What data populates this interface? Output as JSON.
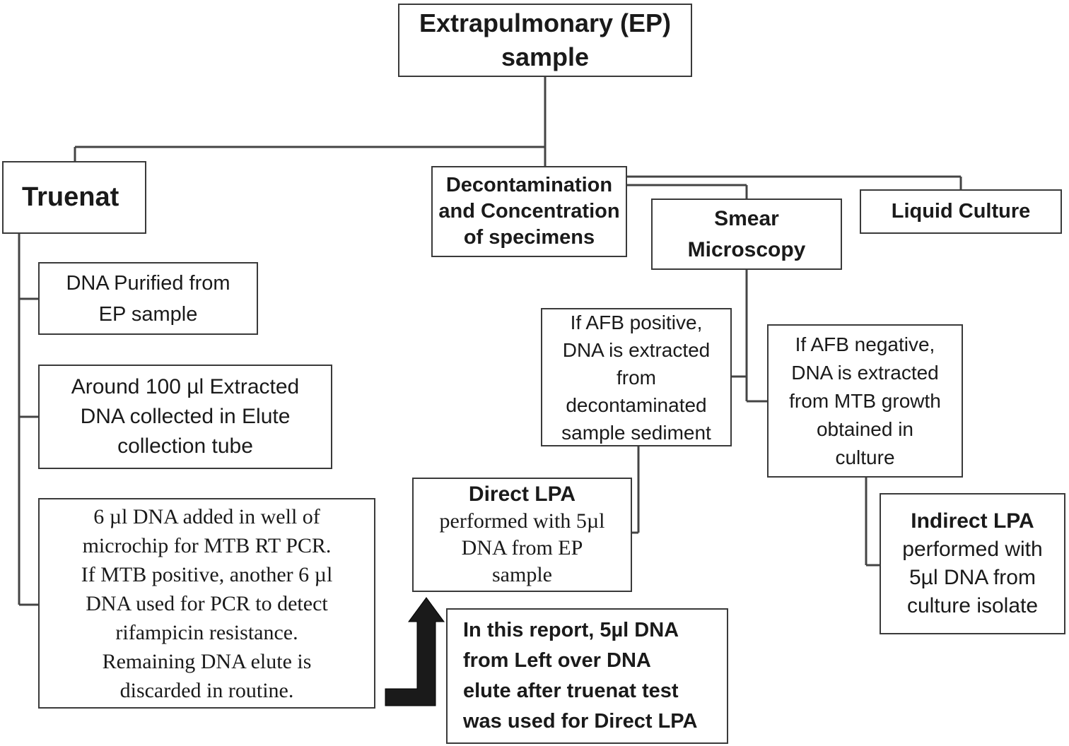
{
  "root": {
    "text": "Extrapulmonary (EP)\nsample"
  },
  "truenat": {
    "text": "Truenat"
  },
  "decontamination": {
    "text": "Decontamination\nand Concentration\nof specimens"
  },
  "smear": {
    "text": "Smear\nMicroscopy"
  },
  "liquid_culture": {
    "text": "Liquid Culture"
  },
  "dna_purified": {
    "text": "DNA Purified from\nEP sample"
  },
  "around_100": {
    "text": "Around 100 µl Extracted\nDNA collected in Elute\ncollection tube"
  },
  "six_ul": {
    "text": "6 µl DNA added in well of\nmicrochip for MTB RT PCR.\nIf MTB positive, another 6 µl\nDNA used for PCR to detect\nrifampicin resistance.\nRemaining DNA elute is\ndiscarded in routine."
  },
  "afb_positive": {
    "text": "If AFB positive,\nDNA is extracted\nfrom\ndecontaminated\nsample sediment"
  },
  "afb_negative": {
    "text": "If AFB negative,\nDNA is extracted\nfrom MTB growth\nobtained in\nculture"
  },
  "direct_lpa": {
    "title": "Direct LPA",
    "body": "performed with 5µl\nDNA from EP\nsample"
  },
  "indirect_lpa": {
    "title": "Indirect LPA",
    "body": "performed with\n5µl DNA from\nculture isolate"
  },
  "report_note": {
    "text": "In this report, 5µl DNA\nfrom Left over DNA\nelute after truenat test\nwas used for Direct LPA"
  }
}
